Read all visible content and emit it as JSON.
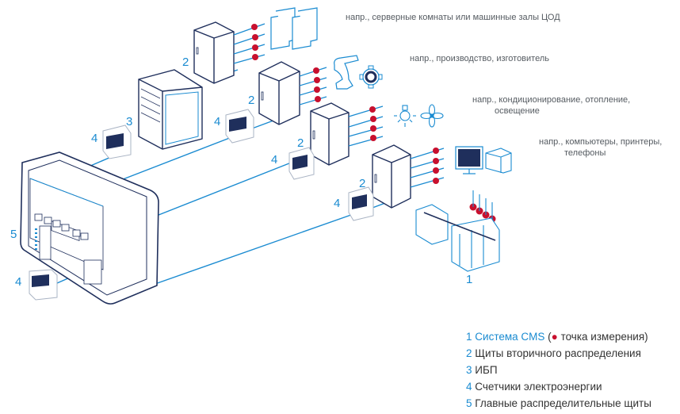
{
  "notes": {
    "server_rooms": "напр., серверные комнаты или машинные залы ЦОД",
    "production": "напр., производство, изготовитель",
    "hvac_line1": "напр., кондиционирование, отопление,",
    "hvac_line2": "освещение",
    "office_line1": "напр., компьютеры, принтеры,",
    "office_line2": "телефоны"
  },
  "callouts": {
    "cms": "1",
    "subdist": "2",
    "ups": "3",
    "meter": "4",
    "main": "5"
  },
  "legend": {
    "items": [
      {
        "num": "1",
        "label": "Система CMS",
        "paren_open": " (",
        "dot": "●",
        "dot_label": " точка измерения)"
      },
      {
        "num": "2",
        "label": "Щиты вторичного распределения"
      },
      {
        "num": "3",
        "label": "ИБП"
      },
      {
        "num": "4",
        "label": "Счетчики электроэнергии"
      },
      {
        "num": "5",
        "label": "Главные распределительные щиты"
      }
    ]
  },
  "colors": {
    "line_blue": "#1a8bd1",
    "outline_navy": "#1f2f5c",
    "measure_red": "#c8102e"
  }
}
